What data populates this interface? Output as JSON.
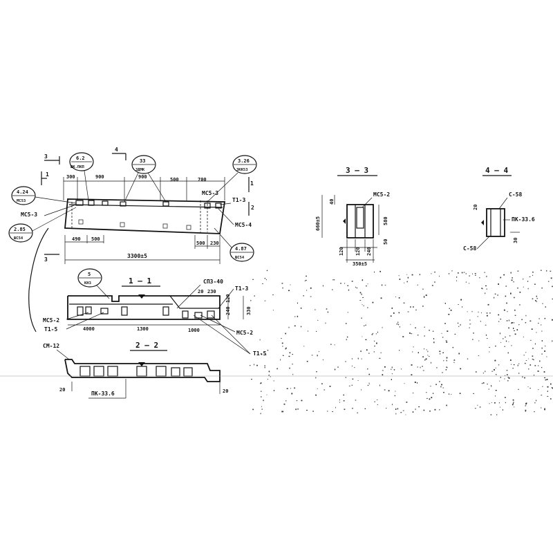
{
  "plan": {
    "markers": {
      "cut1": "1",
      "cut3": "3",
      "cut4": "4",
      "cut1b": "1",
      "cut2": "2",
      "cut3b": "3"
    },
    "dims_top": [
      "300",
      "900",
      "900",
      "500",
      "700"
    ],
    "dims_bottom": [
      "490",
      "500",
      "500",
      "230"
    ],
    "total_length": "3300±5",
    "labels": {
      "mc5_3_top": "МС5-3",
      "t1_3": "Т1-3",
      "mc5_3_left": "МС5-3",
      "mc5_4": "МС5-4"
    },
    "callouts": [
      {
        "num": "6.2",
        "sub": "ШК.ПКП"
      },
      {
        "num": "33",
        "sub": "ЗДМК"
      },
      {
        "num": "3.26",
        "sub": "ЗКК53"
      },
      {
        "num": "4.24",
        "sub": "МС53"
      },
      {
        "num": "2.85",
        "sub": "ШС54"
      },
      {
        "num": "4.87",
        "sub": "ШС54"
      }
    ]
  },
  "section11": {
    "title": "1 — 1",
    "callout": {
      "num": "5",
      "sub": "КНЗ"
    },
    "labels": {
      "sp": "СП3-40",
      "t1_3": "Т1-3",
      "mc5_2_left": "МС5-2",
      "t1_5_left": "Т1-5",
      "mc5_2_right": "МС5-2",
      "t1_5_right": "Т1-5"
    },
    "dims": [
      "20",
      "230",
      "240",
      "120",
      "330",
      "4000",
      "1300",
      "1000"
    ]
  },
  "section22": {
    "title": "2 — 2",
    "labels": {
      "cm": "СМ-12",
      "pk": "ПК-33.6"
    },
    "dims": [
      "20",
      "20"
    ]
  },
  "section33": {
    "title": "3 — 3",
    "labels": {
      "mc5_2": "МС5-2"
    },
    "dims": [
      "660±5",
      "40",
      "580",
      "50",
      "120",
      "120",
      "240",
      "350±5"
    ]
  },
  "section44": {
    "title": "4 — 4",
    "labels": {
      "c58_top": "С-58",
      "pk": "ПК-33.6",
      "c58_bottom": "С-58"
    },
    "dims": [
      "20",
      "30"
    ]
  }
}
